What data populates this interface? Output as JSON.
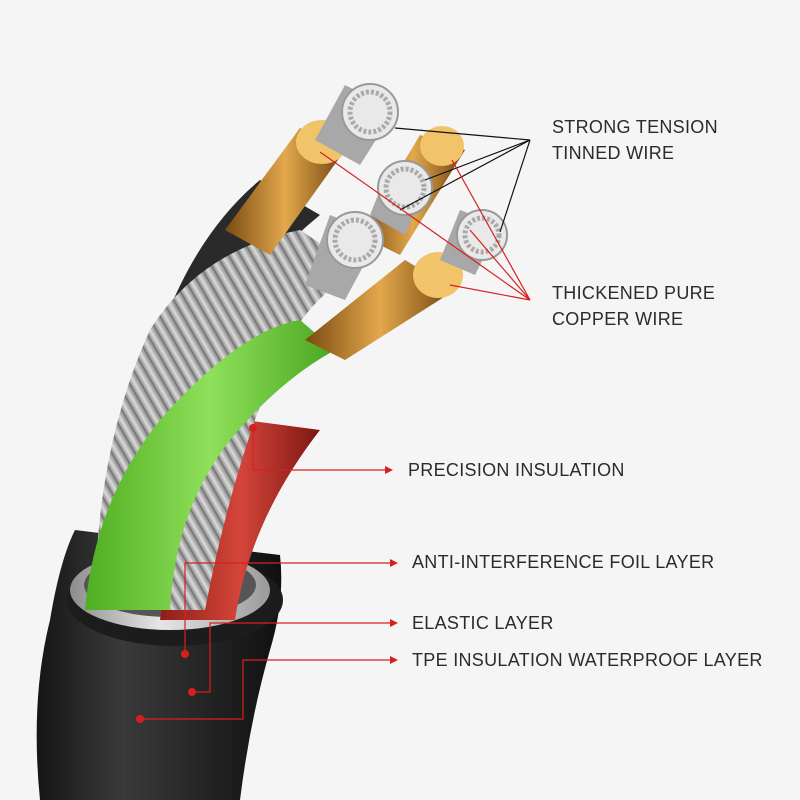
{
  "labels": {
    "strong_tension_line1": "STRONG TENSION",
    "strong_tension_line2": "TINNED WIRE",
    "copper_line1": "THICKENED PURE",
    "copper_line2": "COPPER WIRE",
    "precision_insulation": "PRECISION INSULATION",
    "foil_layer": "ANTI-INTERFERENCE FOIL LAYER",
    "elastic_layer": "ELASTIC LAYER",
    "tpe_layer": "TPE INSULATION WATERPROOF LAYER"
  },
  "colors": {
    "background": "#f5f5f5",
    "leader_red": "#d62020",
    "leader_black": "#111111",
    "outer_jacket": "#2a2a2a",
    "green_insulation": "#6cc93a",
    "red_insulation": "#c0322a",
    "silver_braid": "#b9b9b9",
    "copper": "#c98a2e",
    "copper_face": "#f2c46a"
  }
}
